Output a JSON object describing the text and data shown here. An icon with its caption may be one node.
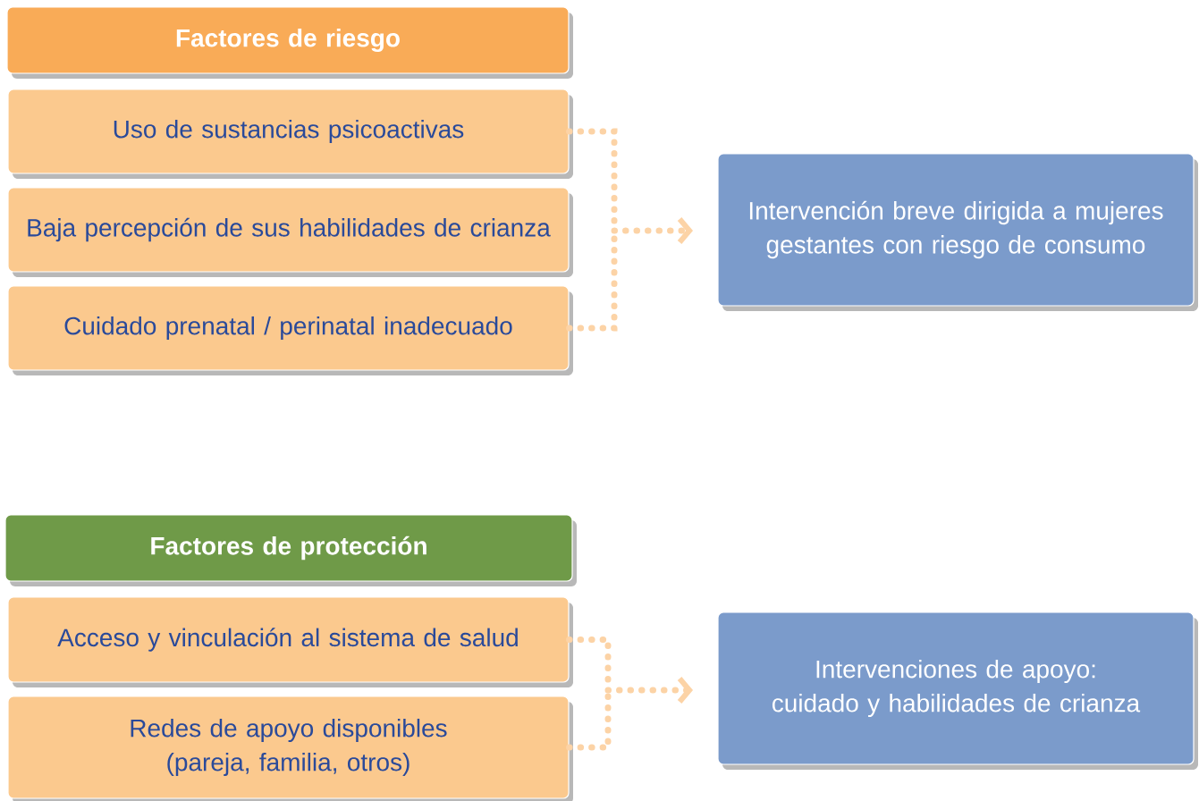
{
  "diagram": {
    "nodes": [
      {
        "text": [
          "Factores de riesgo"
        ]
      },
      {
        "text": [
          "Uso de sustancias psicoactivas"
        ]
      },
      {
        "text": [
          "Baja percepción de sus habilidades de crianza"
        ]
      },
      {
        "text": [
          "Cuidado prenatal / perinatal inadecuado"
        ]
      },
      {
        "text": [
          "Intervención breve dirigida a mujeres gestantes con riesgo de consumo"
        ]
      },
      {
        "text": [
          "Factores de protección"
        ]
      },
      {
        "text": [
          "Acceso y vinculación al sistema de salud"
        ]
      },
      {
        "text": [
          "Redes de apoyo disponibles (pareja, familia, otros)"
        ]
      },
      {
        "text": [
          "Intervenciones de apoyo: cuidado y habilidades de crianza"
        ]
      }
    ],
    "edges": [
      {
        "from": 1,
        "to": 4,
        "arrow": "to"
      },
      {
        "from": 3,
        "to": 4,
        "arrow": "to"
      },
      {
        "from": 6,
        "to": 8,
        "arrow": "to"
      },
      {
        "from": 7,
        "to": 8,
        "arrow": "to"
      }
    ]
  }
}
